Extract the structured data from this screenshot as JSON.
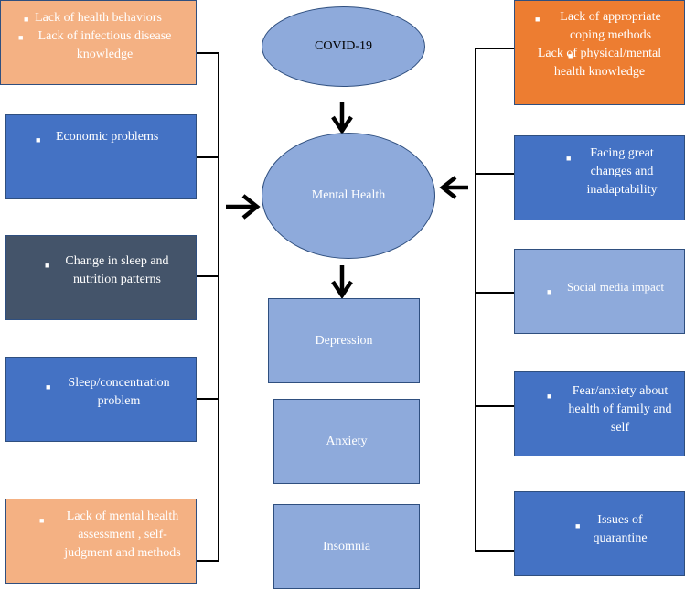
{
  "center": {
    "covid": "COVID-19",
    "mental_health": "Mental Health"
  },
  "outcomes": [
    "Depression",
    "Anxiety",
    "Insomnia"
  ],
  "left_factors": [
    {
      "lines": [
        "Lack of health behaviors",
        "Lack of infectious disease knowledge"
      ],
      "color": "#f4b183"
    },
    {
      "lines": [
        "Economic problems"
      ],
      "color": "#4472c4"
    },
    {
      "lines": [
        "Change in sleep and nutrition patterns"
      ],
      "color": "#44546a"
    },
    {
      "lines": [
        "Sleep/concentration problem"
      ],
      "color": "#4472c4"
    },
    {
      "lines": [
        "Lack of mental health assessment , self-judgment and methods"
      ],
      "color": "#f4b183"
    }
  ],
  "right_factors": [
    {
      "lines": [
        "Lack of appropriate coping methods",
        "Lack of physical/mental health knowledge"
      ],
      "color": "#ed7d31"
    },
    {
      "lines": [
        "Facing great changes and inadaptability"
      ],
      "color": "#4472c4"
    },
    {
      "lines": [
        "Social media impact"
      ],
      "color": "#8eaadb"
    },
    {
      "lines": [
        "Fear/anxiety about health of family and self"
      ],
      "color": "#4472c4"
    },
    {
      "lines": [
        "Issues of quarantine"
      ],
      "color": "#4472c4"
    }
  ]
}
